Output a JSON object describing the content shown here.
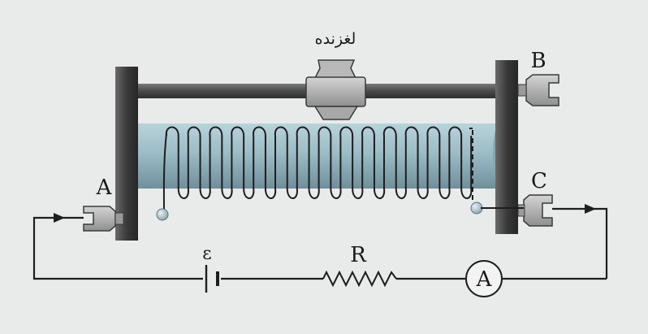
{
  "labels": {
    "slider": "لغزنده",
    "terminal_a": "A",
    "terminal_b": "B",
    "terminal_c": "C",
    "emf": "ε",
    "resistor": "R",
    "ammeter": "A"
  },
  "colors": {
    "background": "#e9ebea",
    "frame": "#3d3d3d",
    "rod": "#5a5a5a",
    "core": "#9cbcc6",
    "wire": "#1e1e1e",
    "clamp": "#b7b7b7"
  },
  "icons": {
    "slider": "slider-contact-icon",
    "battery": "battery-icon",
    "resistor": "resistor-icon",
    "ammeter": "ammeter-icon"
  }
}
